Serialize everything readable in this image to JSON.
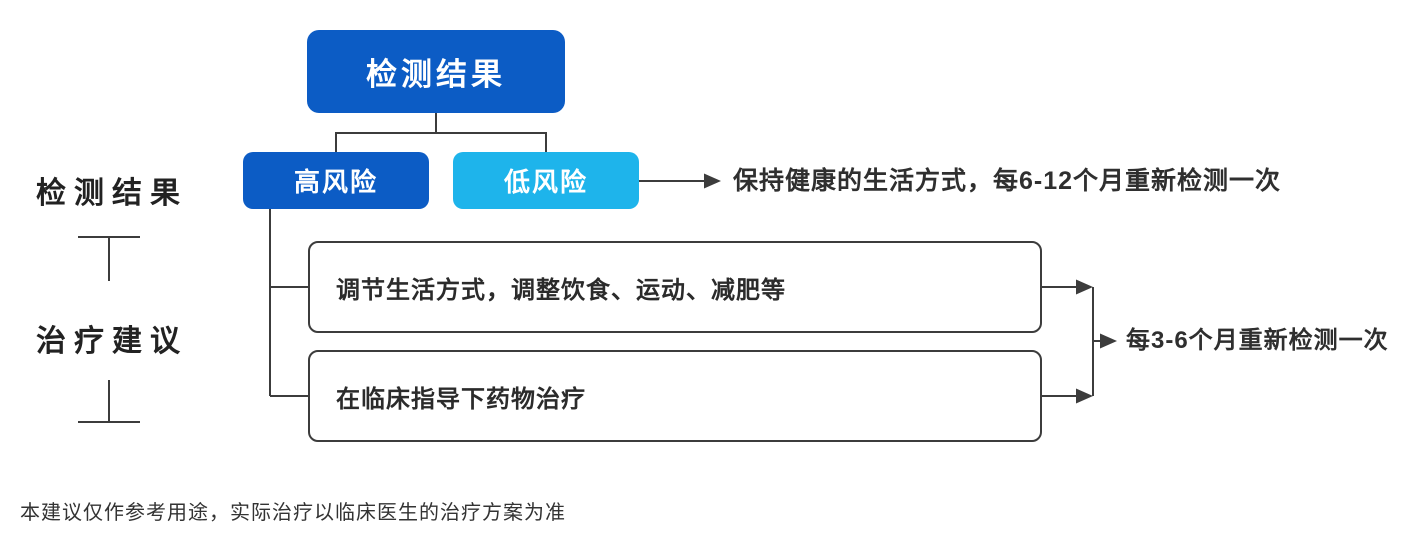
{
  "colors": {
    "primary_blue": "#0c5cc5",
    "light_blue": "#1eb4eb",
    "line": "#3c3c3c",
    "text_dark": "#2b2b2b"
  },
  "diagram": {
    "root": {
      "label": "检测结果"
    },
    "side": {
      "result_label": "检测结果",
      "treatment_label": "治疗建议"
    },
    "risk": {
      "high": "高风险",
      "low": "低风险"
    },
    "low_risk_advice": "保持健康的生活方式，每6-12个月重新检测一次",
    "treatments": [
      {
        "label": "调节生活方式，调整饮食、运动、减肥等"
      },
      {
        "label": "在临床指导下药物治疗"
      }
    ],
    "retest_advice": "每3-6个月重新检测一次",
    "disclaimer": "本建议仅作参考用途，实际治疗以临床医生的治疗方案为准"
  }
}
